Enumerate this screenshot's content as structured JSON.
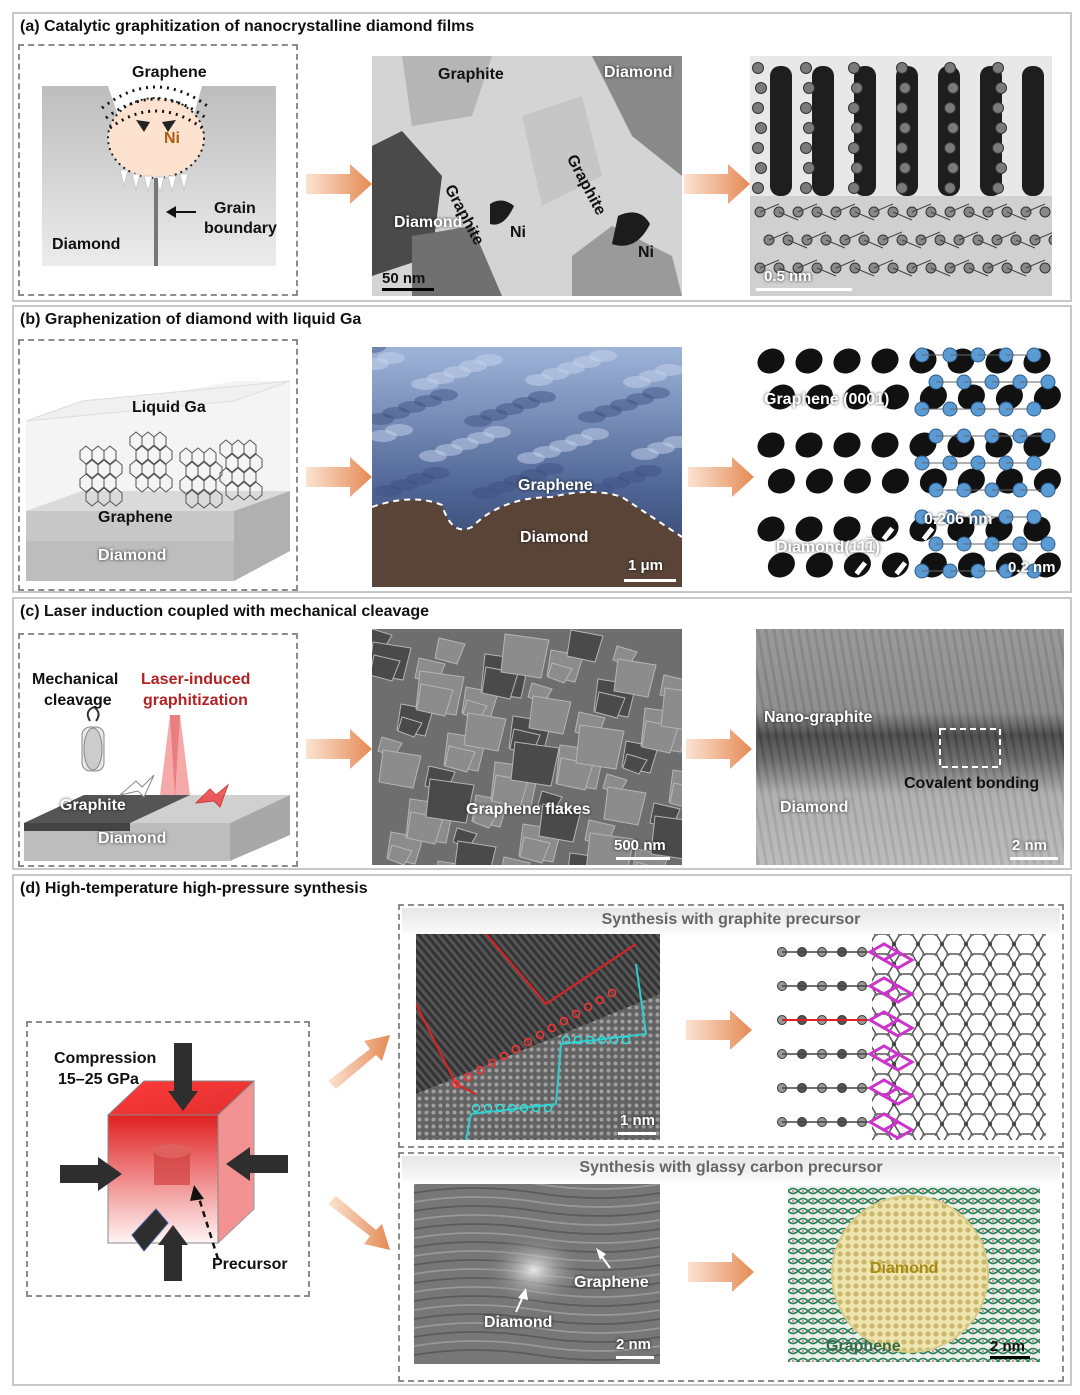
{
  "panels": {
    "a": {
      "title": "(a) Catalytic graphitization of nanocrystalline diamond films",
      "schematic": {
        "graphene": "Graphene",
        "ni": "Ni",
        "grain": "Grain",
        "boundary": "boundary",
        "diamond": "Diamond"
      },
      "tem": {
        "graphite_top": "Graphite",
        "diamond_top": "Diamond",
        "graphite_mid": "Graphite",
        "graphite_right": "Graphite",
        "diamond_left": "Diamond",
        "ni_1": "Ni",
        "ni_2": "Ni",
        "scale": "50 nm"
      },
      "atomic": {
        "scale": "0.5 nm"
      }
    },
    "b": {
      "title": "(b) Graphenization of diamond with liquid Ga",
      "schematic": {
        "liquid_ga": "Liquid Ga",
        "graphene": "Graphene",
        "diamond": "Diamond"
      },
      "sem": {
        "graphene": "Graphene",
        "diamond": "Diamond",
        "scale": "1 μm"
      },
      "hrtem": {
        "graphene": "Graphene (0001)",
        "spacing": "0.206 nm",
        "diamond": "Diamond(11",
        "diamond_bar": "1",
        "diamond_end": ")",
        "scale": "0.2 nm"
      }
    },
    "c": {
      "title": "(c) Laser induction coupled with mechanical cleavage",
      "schematic": {
        "mech_1": "Mechanical",
        "mech_2": "cleavage",
        "laser_1": "Laser-induced",
        "laser_2": "graphitization",
        "graphite": "Graphite",
        "diamond": "Diamond"
      },
      "sem": {
        "flakes": "Graphene flakes",
        "scale": "500 nm"
      },
      "tem": {
        "nano": "Nano-graphite",
        "covalent": "Covalent bonding",
        "diamond": "Diamond",
        "scale": "2 nm"
      }
    },
    "d": {
      "title": "(d) High-temperature high-pressure synthesis",
      "schematic": {
        "compression": "Compression",
        "pressure": "15–25 GPa",
        "precursor": "Precursor"
      },
      "graphite_box": {
        "header": "Synthesis with graphite precursor",
        "scale": "1 nm"
      },
      "glassy_box": {
        "header": "Synthesis with glassy carbon precursor",
        "graphene": "Graphene",
        "diamond": "Diamond",
        "scale": "2 nm",
        "model_diamond": "Diamond",
        "model_graphene": "Graphene",
        "model_scale": "2 nm"
      }
    }
  },
  "colors": {
    "arrow": "#e8a070",
    "laser": "#b22222",
    "ni": "#b05a10",
    "blue_atom": "#5b9bd5",
    "magenta": "#cc33cc",
    "cyan": "#33cccc",
    "red": "#dd2222"
  }
}
